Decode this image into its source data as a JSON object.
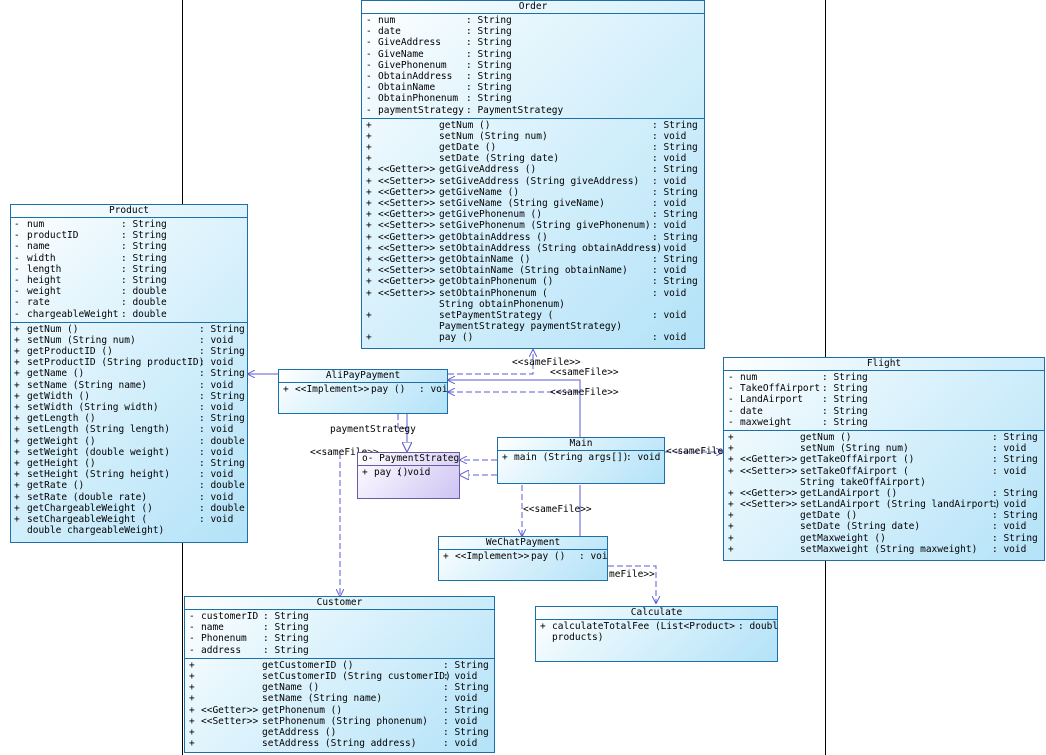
{
  "colors": {
    "class_border": "#1d6fa8",
    "class_fill": "#b3e2f8",
    "interface_fill": "#cdc4f2",
    "connector": "#5b5bd6"
  },
  "classes": {
    "order": {
      "name": "Order",
      "attributes": [
        {
          "v": "-",
          "name": "num",
          "type": ": String"
        },
        {
          "v": "-",
          "name": "date",
          "type": ": String"
        },
        {
          "v": "-",
          "name": "GiveAddress",
          "type": ": String"
        },
        {
          "v": "-",
          "name": "GiveName",
          "type": ": String"
        },
        {
          "v": "-",
          "name": "GivePhonenum",
          "type": ": String"
        },
        {
          "v": "-",
          "name": "ObtainAddress",
          "type": ": String"
        },
        {
          "v": "-",
          "name": "ObtainName",
          "type": ": String"
        },
        {
          "v": "-",
          "name": "ObtainPhonenum",
          "type": ": String"
        },
        {
          "v": "-",
          "name": "paymentStrategy",
          "type": ": PaymentStrategy"
        }
      ],
      "operations": [
        {
          "v": "+",
          "st": "",
          "sig": "getNum ()",
          "ret": ": String"
        },
        {
          "v": "+",
          "st": "",
          "sig": "setNum (String num)",
          "ret": ": void"
        },
        {
          "v": "+",
          "st": "",
          "sig": "getDate ()",
          "ret": ": String"
        },
        {
          "v": "+",
          "st": "",
          "sig": "setDate (String date)",
          "ret": ": void"
        },
        {
          "v": "+",
          "st": "<<Getter>>",
          "sig": "getGiveAddress ()",
          "ret": ": String"
        },
        {
          "v": "+",
          "st": "<<Setter>>",
          "sig": "setGiveAddress (String giveAddress)",
          "ret": ": void"
        },
        {
          "v": "+",
          "st": "<<Getter>>",
          "sig": "getGiveName ()",
          "ret": ": String"
        },
        {
          "v": "+",
          "st": "<<Setter>>",
          "sig": "setGiveName (String giveName)",
          "ret": ": void"
        },
        {
          "v": "+",
          "st": "<<Getter>>",
          "sig": "getGivePhonenum ()",
          "ret": ": String"
        },
        {
          "v": "+",
          "st": "<<Setter>>",
          "sig": "setGivePhonenum (String givePhonenum)",
          "ret": ": void"
        },
        {
          "v": "+",
          "st": "<<Getter>>",
          "sig": "getObtainAddress ()",
          "ret": ": String"
        },
        {
          "v": "+",
          "st": "<<Setter>>",
          "sig": "setObtainAddress (String obtainAddress)",
          "ret": ": void"
        },
        {
          "v": "+",
          "st": "<<Getter>>",
          "sig": "getObtainName ()",
          "ret": ": String"
        },
        {
          "v": "+",
          "st": "<<Setter>>",
          "sig": "setObtainName (String obtainName)",
          "ret": ": void"
        },
        {
          "v": "+",
          "st": "<<Getter>>",
          "sig": "getObtainPhonenum ()",
          "ret": ": String"
        },
        {
          "v": "+",
          "st": "<<Setter>>",
          "sig": "setObtainPhonenum (\nString obtainPhonenum)",
          "ret": ": void"
        },
        {
          "v": "+",
          "st": "",
          "sig": "setPaymentStrategy (\nPaymentStrategy paymentStrategy)",
          "ret": ": void"
        },
        {
          "v": "+",
          "st": "",
          "sig": "pay ()",
          "ret": ": void"
        }
      ]
    },
    "product": {
      "name": "Product",
      "attributes": [
        {
          "v": "-",
          "name": "num",
          "type": ": String"
        },
        {
          "v": "-",
          "name": "productID",
          "type": ": String"
        },
        {
          "v": "-",
          "name": "name",
          "type": ": String"
        },
        {
          "v": "-",
          "name": "width",
          "type": ": String"
        },
        {
          "v": "-",
          "name": "length",
          "type": ": String"
        },
        {
          "v": "-",
          "name": "height",
          "type": ": String"
        },
        {
          "v": "-",
          "name": "weight",
          "type": ": double"
        },
        {
          "v": "-",
          "name": "rate",
          "type": ": double"
        },
        {
          "v": "-",
          "name": "chargeableWeight",
          "type": ": double"
        }
      ],
      "operations": [
        {
          "v": "+",
          "sig": "getNum ()",
          "ret": ": String"
        },
        {
          "v": "+",
          "sig": "setNum (String num)",
          "ret": ": void"
        },
        {
          "v": "+",
          "sig": "getProductID ()",
          "ret": ": String"
        },
        {
          "v": "+",
          "sig": "setProductID (String productID)",
          "ret": ": void"
        },
        {
          "v": "+",
          "sig": "getName ()",
          "ret": ": String"
        },
        {
          "v": "+",
          "sig": "setName (String name)",
          "ret": ": void"
        },
        {
          "v": "+",
          "sig": "getWidth ()",
          "ret": ": String"
        },
        {
          "v": "+",
          "sig": "setWidth (String width)",
          "ret": ": void"
        },
        {
          "v": "+",
          "sig": "getLength ()",
          "ret": ": String"
        },
        {
          "v": "+",
          "sig": "setLength (String length)",
          "ret": ": void"
        },
        {
          "v": "+",
          "sig": "getWeight ()",
          "ret": ": double"
        },
        {
          "v": "+",
          "sig": "setWeight (double weight)",
          "ret": ": void"
        },
        {
          "v": "+",
          "sig": "getHeight ()",
          "ret": ": String"
        },
        {
          "v": "+",
          "sig": "setHeight (String height)",
          "ret": ": void"
        },
        {
          "v": "+",
          "sig": "getRate ()",
          "ret": ": double"
        },
        {
          "v": "+",
          "sig": "setRate (double rate)",
          "ret": ": void"
        },
        {
          "v": "+",
          "sig": "getChargeableWeight ()",
          "ret": ": double"
        },
        {
          "v": "+",
          "sig": "setChargeableWeight (\ndouble chargeableWeight)",
          "ret": ": void"
        }
      ]
    },
    "flight": {
      "name": "Flight",
      "attributes": [
        {
          "v": "-",
          "name": "num",
          "type": ": String"
        },
        {
          "v": "-",
          "name": "TakeOffAirport",
          "type": ": String"
        },
        {
          "v": "-",
          "name": "LandAirport",
          "type": ": String"
        },
        {
          "v": "-",
          "name": "date",
          "type": ": String"
        },
        {
          "v": "-",
          "name": "maxweight",
          "type": ": String"
        }
      ],
      "operations": [
        {
          "v": "+",
          "st": "",
          "sig": "getNum ()",
          "ret": ": String"
        },
        {
          "v": "+",
          "st": "",
          "sig": "setNum (String num)",
          "ret": ": void"
        },
        {
          "v": "+",
          "st": "<<Getter>>",
          "sig": "getTakeOffAirport ()",
          "ret": ": String"
        },
        {
          "v": "+",
          "st": "<<Setter>>",
          "sig": "setTakeOffAirport (\nString takeOffAirport)",
          "ret": ": void"
        },
        {
          "v": "+",
          "st": "<<Getter>>",
          "sig": "getLandAirport ()",
          "ret": ": String"
        },
        {
          "v": "+",
          "st": "<<Setter>>",
          "sig": "setLandAirport (String landAirport)",
          "ret": ": void"
        },
        {
          "v": "+",
          "st": "",
          "sig": "getDate ()",
          "ret": ": String"
        },
        {
          "v": "+",
          "st": "",
          "sig": "setDate (String date)",
          "ret": ": void"
        },
        {
          "v": "+",
          "st": "",
          "sig": "getMaxweight ()",
          "ret": ": String"
        },
        {
          "v": "+",
          "st": "",
          "sig": "setMaxweight (String maxweight)",
          "ret": ": void"
        }
      ]
    },
    "customer": {
      "name": "Customer",
      "attributes": [
        {
          "v": "-",
          "name": "customerID",
          "type": ": String"
        },
        {
          "v": "-",
          "name": "name",
          "type": ": String"
        },
        {
          "v": "-",
          "name": "Phonenum",
          "type": ": String"
        },
        {
          "v": "-",
          "name": "address",
          "type": ": String"
        }
      ],
      "operations": [
        {
          "v": "+",
          "st": "",
          "sig": "getCustomerID ()",
          "ret": ": String"
        },
        {
          "v": "+",
          "st": "",
          "sig": "setCustomerID (String customerID)",
          "ret": ": void"
        },
        {
          "v": "+",
          "st": "",
          "sig": "getName ()",
          "ret": ": String"
        },
        {
          "v": "+",
          "st": "",
          "sig": "setName (String name)",
          "ret": ": void"
        },
        {
          "v": "+",
          "st": "<<Getter>>",
          "sig": "getPhonenum ()",
          "ret": ": String"
        },
        {
          "v": "+",
          "st": "<<Setter>>",
          "sig": "setPhonenum (String phonenum)",
          "ret": ": void"
        },
        {
          "v": "+",
          "st": "",
          "sig": "getAddress ()",
          "ret": ": String"
        },
        {
          "v": "+",
          "st": "",
          "sig": "setAddress (String address)",
          "ret": ": void"
        }
      ]
    },
    "alipay": {
      "name": "AliPayPayment",
      "operations": [
        {
          "v": "+",
          "st": "<<Implement>>",
          "sig": "pay ()",
          "ret": ": void"
        }
      ]
    },
    "wechat": {
      "name": "WeChatPayment",
      "operations": [
        {
          "v": "+",
          "st": "<<Implement>>",
          "sig": "pay ()",
          "ret": ": void"
        }
      ]
    },
    "strategy": {
      "name": "PaymentStrategy",
      "marker": "o-",
      "operations": [
        {
          "v": "+",
          "sig": "pay ()",
          "ret": ": void"
        }
      ]
    },
    "main": {
      "name": "Main",
      "operations": [
        {
          "v": "+",
          "sig": "main (String args[])",
          "ret": ": void"
        }
      ]
    },
    "calculate": {
      "name": "Calculate",
      "operations": [
        {
          "v": "+",
          "sig": "calculateTotalFee (List<Product>\nproducts)",
          "ret": ": double"
        }
      ]
    }
  },
  "connector_labels": {
    "same_file": "<<sameFile>>",
    "same_file_cut": "meFile>>",
    "payment_strategy": "paymentStrategy"
  }
}
